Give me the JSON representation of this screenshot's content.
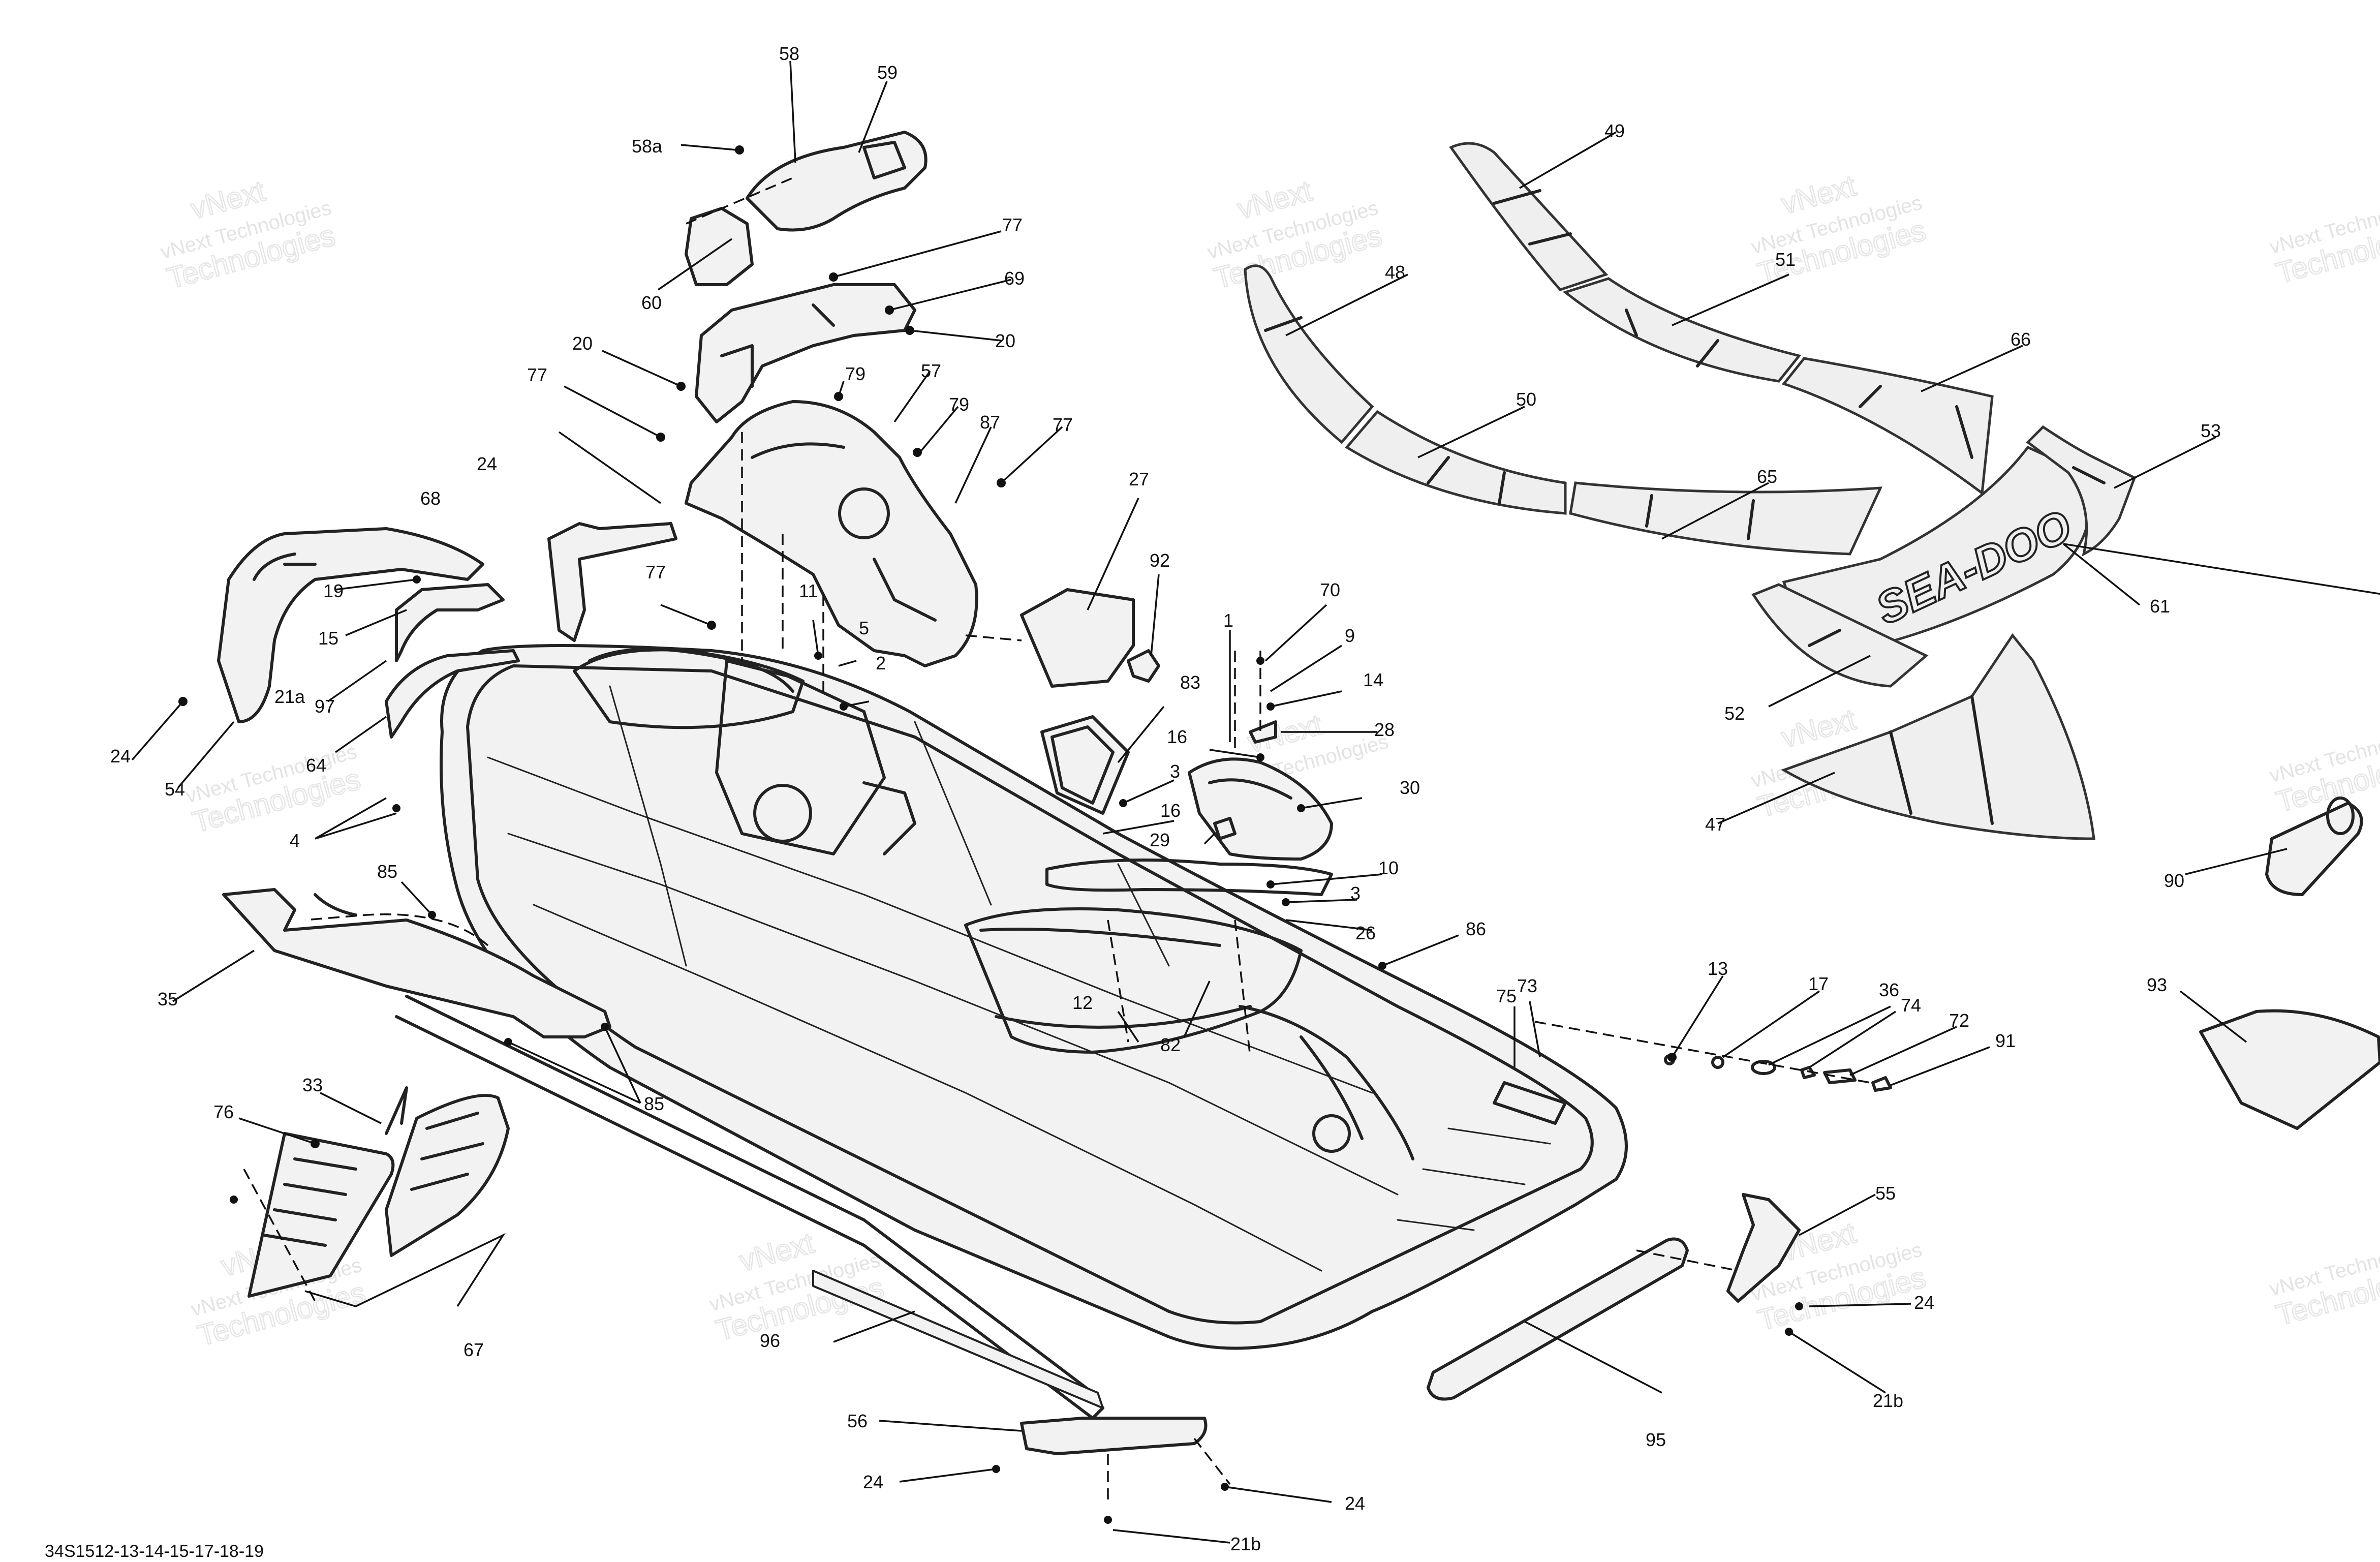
{
  "diagram": {
    "drawing_number": "34S1512-13-14-15-17-18-19",
    "watermark_line1": "vNext Technologies",
    "watermark_line2": "vNext",
    "watermark_line3": "Technologies",
    "brand_logo": "SEA-DOO",
    "callouts": {
      "c58": "58",
      "c59": "59",
      "c58a": "58a",
      "c60": "60",
      "c77a": "77",
      "c69": "69",
      "c20a": "20",
      "c20b": "20",
      "c79a": "79",
      "c57": "57",
      "c79b": "79",
      "c87": "87",
      "c77b": "77",
      "c77c": "77",
      "c24a": "24",
      "c68": "68",
      "c19": "19",
      "c15": "15",
      "c21a": "21a",
      "c97": "97",
      "c24b": "24",
      "c54": "54",
      "c64": "64",
      "c4": "4",
      "c11": "11",
      "c5": "5",
      "c2": "2",
      "c27": "27",
      "c92": "92",
      "c83": "83",
      "c1": "1",
      "c70": "70",
      "c9": "9",
      "c14": "14",
      "c28": "28",
      "c16a": "16",
      "c3a": "3",
      "c16b": "16",
      "c29": "29",
      "c30": "30",
      "c10": "10",
      "c3b": "3",
      "c26": "26",
      "c85a": "85",
      "c85b": "85",
      "c35": "35",
      "c12": "12",
      "c82": "82",
      "c86": "86",
      "c75": "75",
      "c73": "73",
      "c13": "13",
      "c17": "17",
      "c36": "36",
      "c74": "74",
      "c72": "72",
      "c91": "91",
      "c33": "33",
      "c76": "76",
      "c67": "67",
      "c96": "96",
      "c55": "55",
      "c24c": "24",
      "c21b_a": "21b",
      "c95": "95",
      "c56": "56",
      "c24d": "24",
      "c24e": "24",
      "c21b_b": "21b",
      "c49": "49",
      "c48": "48",
      "c51": "51",
      "c66": "66",
      "c50": "50",
      "c53": "53",
      "c65": "65",
      "c61": "61",
      "c52": "52",
      "c47": "47",
      "c90": "90",
      "c93": "93"
    }
  }
}
